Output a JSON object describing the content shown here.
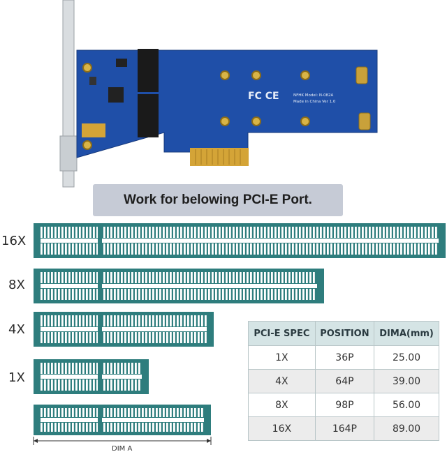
{
  "banner": {
    "text": "Work for belowing PCI-E Port."
  },
  "board": {
    "model_text": "NFHK Model: N-082A",
    "made_text": "Made in China Ver 1.0",
    "cert_marks": "FC CE"
  },
  "slots": [
    {
      "label": "16X"
    },
    {
      "label": "8X"
    },
    {
      "label": "4X"
    },
    {
      "label": "1X"
    }
  ],
  "dim_label": "DIM A",
  "table": {
    "headers": [
      "PCI-E SPEC",
      "POSITION",
      "DIMA(mm)"
    ],
    "rows": [
      [
        "1X",
        "36P",
        "25.00"
      ],
      [
        "4X",
        "64P",
        "39.00"
      ],
      [
        "8X",
        "98P",
        "56.00"
      ],
      [
        "16X",
        "164P",
        "89.00"
      ]
    ]
  },
  "colors": {
    "slot_teal": "#2e7d7d",
    "board_blue": "#1f4fa8",
    "banner_bg": "#c6cbd6",
    "table_header_bg": "#d5e4e5"
  }
}
